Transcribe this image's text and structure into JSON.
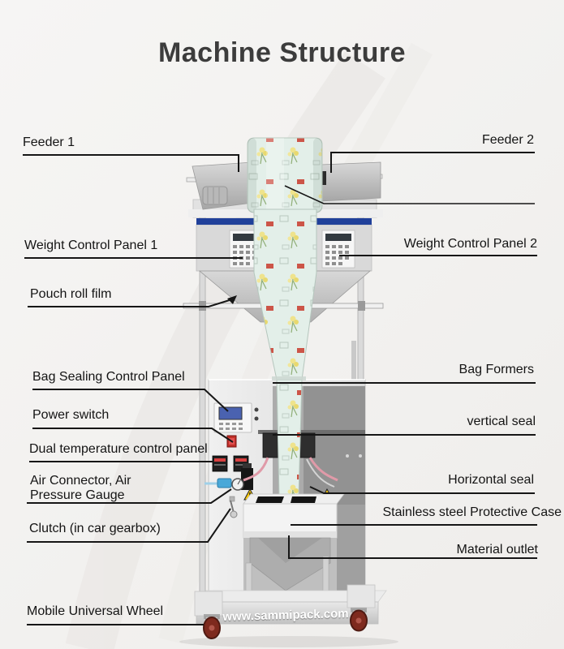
{
  "title": "Machine Structure",
  "website": "www.sammipack.com",
  "labels": {
    "left": [
      {
        "text": "Feeder 1"
      },
      {
        "text": "Weight Control Panel 1"
      },
      {
        "text": "Pouch roll film"
      },
      {
        "text": "Bag Sealing Control Panel"
      },
      {
        "text": "Power switch"
      },
      {
        "text": "Dual temperature control panel"
      },
      {
        "line1": "Air Connector, Air",
        "line2": "Pressure Gauge"
      },
      {
        "text": "Clutch (in car gearbox)"
      },
      {
        "text": "Mobile Universal Wheel"
      }
    ],
    "right": [
      {
        "text": "Feeder 2"
      },
      {
        "text": "Weight Control Panel 2"
      },
      {
        "text": "Bag Formers"
      },
      {
        "text": "vertical seal"
      },
      {
        "text": "Horizontal seal"
      },
      {
        "text": "Stainless steel Protective Case"
      },
      {
        "text": "Material outlet"
      }
    ]
  },
  "colors": {
    "accent_blue": "#20409a",
    "lcd_blue": "#4a62b0",
    "switch_red": "#c03028",
    "warning_yellow": "#f6c80e",
    "wheel_red": "#7e2a1e",
    "film_tint": "#e3efe9",
    "line_black": "#161616",
    "title_gray": "#3c3c3c"
  }
}
